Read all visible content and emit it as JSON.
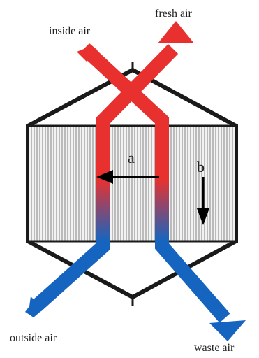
{
  "labels": {
    "inside_air": "inside air",
    "fresh_air": "fresh air",
    "outside_air": "outside air",
    "waste_air": "waste air",
    "a": "a",
    "b": "b"
  },
  "colors": {
    "warm": "#e8312f",
    "cold": "#1565c0",
    "frame": "#1a1a1a",
    "hatch": "#777777",
    "panel": "#f2f2f2",
    "arrow": "#000000"
  }
}
